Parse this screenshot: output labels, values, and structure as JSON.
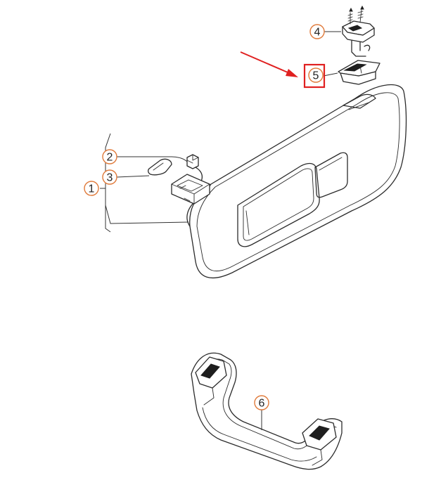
{
  "callouts": [
    {
      "id": "1",
      "label": "1"
    },
    {
      "id": "2",
      "label": "2"
    },
    {
      "id": "3",
      "label": "3"
    },
    {
      "id": "4",
      "label": "4"
    },
    {
      "id": "5",
      "label": "5"
    },
    {
      "id": "6",
      "label": "6"
    }
  ],
  "highlight": {
    "target": "5",
    "box_color": "#e02020",
    "arrow_color": "#e02020"
  },
  "colors": {
    "callout_ring": "#e07a3a",
    "line": "#2b2b2b"
  }
}
